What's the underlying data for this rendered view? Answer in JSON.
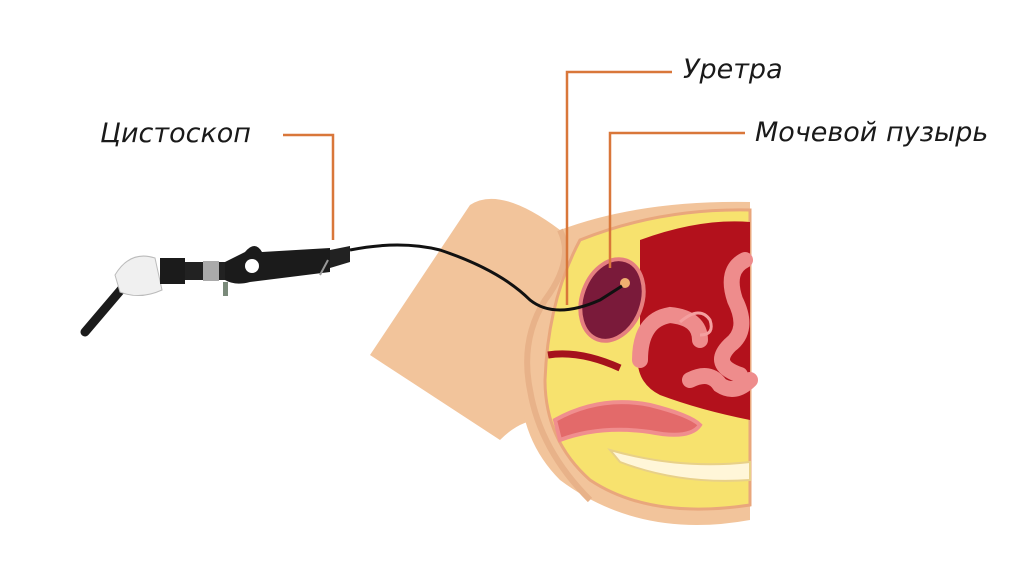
{
  "labels": {
    "cystoscope": "Цистоскоп",
    "urethra": "Уретра",
    "bladder": "Мочевой пузырь"
  },
  "colors": {
    "leader_line": "#d9773a",
    "skin": "#f2c49b",
    "skin_shadow": "#e8b289",
    "fat": "#f7e26e",
    "cavity": "#b3111c",
    "bladder": "#7a1a3a",
    "intestine": "#ee8c8c",
    "instrument": "#1b1b1b"
  }
}
